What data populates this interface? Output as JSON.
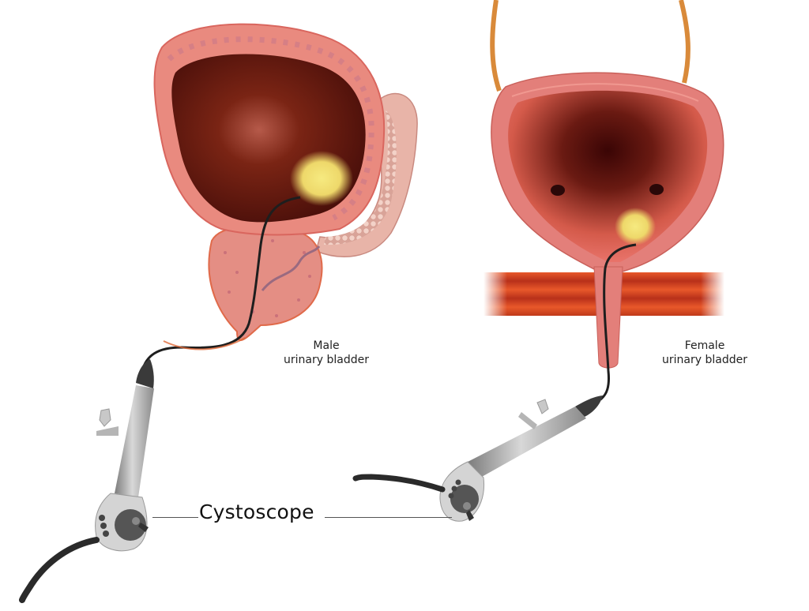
{
  "figure": {
    "subject": "Cystoscopy of the urinary bladder",
    "labels": {
      "male_line1": "Male",
      "male_line2": "urinary bladder",
      "female_line1": "Female",
      "female_line2": "urinary bladder",
      "instrument": "Cystoscope"
    },
    "panels": [
      {
        "id": "male",
        "caption": "Male urinary bladder",
        "parts": [
          "bladder",
          "prostate",
          "seminal-vesicle",
          "urethra",
          "lesion",
          "cystoscope"
        ]
      },
      {
        "id": "female",
        "caption": "Female urinary bladder",
        "parts": [
          "bladder",
          "ureters",
          "ureteral-orifices",
          "pelvic-floor-muscle",
          "urethra",
          "lesion",
          "cystoscope"
        ]
      }
    ],
    "colors": {
      "background": "#ffffff",
      "bladder_wall": "#e98a7f",
      "bladder_wall_dark": "#d9665e",
      "bladder_interior_dark": "#4a0f0a",
      "bladder_interior_mid": "#8c2a1a",
      "lesion": "#f0e070",
      "ureter": "#d98a3a",
      "muscle": "#c9401a",
      "muscle_light": "#e8582a",
      "scope_body": "#a8a8a8",
      "scope_dark": "#3a3a3a",
      "cable": "#1e1e1e",
      "text": "#222222",
      "leader_line": "#555555"
    }
  }
}
